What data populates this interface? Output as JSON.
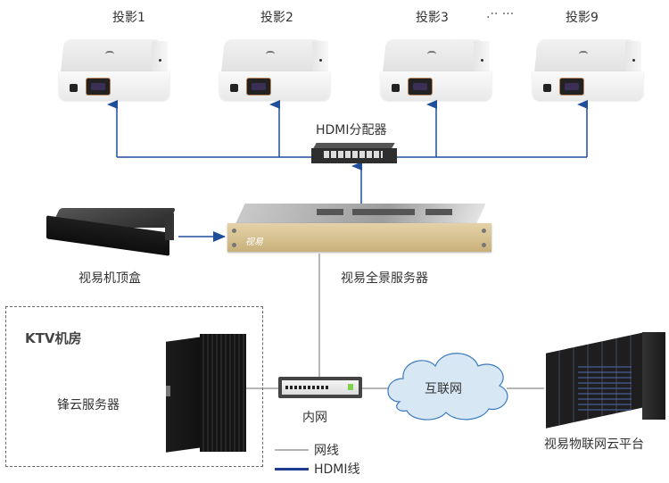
{
  "projectors": [
    {
      "label": "投影1"
    },
    {
      "label": "投影2"
    },
    {
      "label": "投影3"
    },
    {
      "label": "投影9"
    }
  ],
  "ellipsis": ".·· ···",
  "hdmi_splitter": {
    "label": "HDMI分配器"
  },
  "set_top_box": {
    "label": "视易机顶盒"
  },
  "panorama_server": {
    "label": "视易全景服务器",
    "logo": "视易"
  },
  "ktv_room": {
    "title": "KTV机房",
    "server_label": "锋云服务器"
  },
  "intranet": {
    "label": "内网"
  },
  "internet": {
    "label": "互联网"
  },
  "cloud_platform": {
    "label": "视易物联网云平台"
  },
  "legend": [
    {
      "label": "网线",
      "color": "#b5b5b5"
    },
    {
      "label": "HDMI线",
      "color": "#1f3d8f"
    }
  ],
  "colors": {
    "hdmi": "#1f4e9a",
    "network": "#8a8a8a",
    "cloud_fill": "#d7e7f4",
    "cloud_stroke": "#3a7abf"
  }
}
